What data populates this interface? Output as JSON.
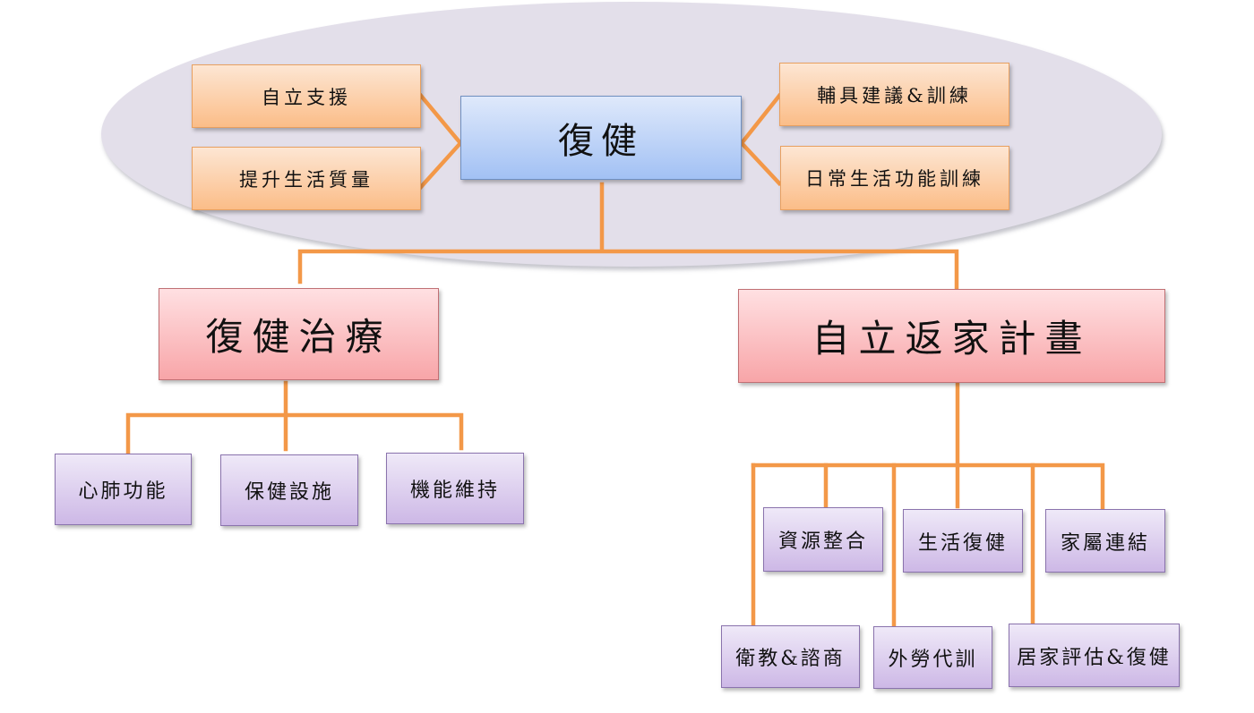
{
  "diagram": {
    "root": {
      "label": "復健",
      "color": "#a8c6f5"
    },
    "root_attributes": [
      {
        "id": "zili-zhiyuan",
        "label": "自立支援"
      },
      {
        "id": "tisheng-shenghuo",
        "label": "提升生活質量"
      },
      {
        "id": "fuju-jianyi",
        "label": "輔具建議&訓練"
      },
      {
        "id": "richang-shenghuo",
        "label": "日常生活功能訓練"
      }
    ],
    "branches": [
      {
        "id": "rehab-treatment",
        "label": "復健治療",
        "children": [
          {
            "label": "心肺功能"
          },
          {
            "label": "保健設施"
          },
          {
            "label": "機能維持"
          }
        ]
      },
      {
        "id": "return-home-plan",
        "label": "自立返家計畫",
        "children": [
          {
            "label": "資源整合"
          },
          {
            "label": "生活復健"
          },
          {
            "label": "家屬連結"
          },
          {
            "label": "衛教&諮商"
          },
          {
            "label": "外勞代訓"
          },
          {
            "label": "居家評估&復健"
          }
        ]
      }
    ],
    "colors": {
      "connector": "#f39848",
      "ellipse": "#e3dfea",
      "attribute_box": "#fbbd88",
      "branch_box": "#f8a5a8",
      "leaf_box": "#cdb8e6"
    }
  }
}
